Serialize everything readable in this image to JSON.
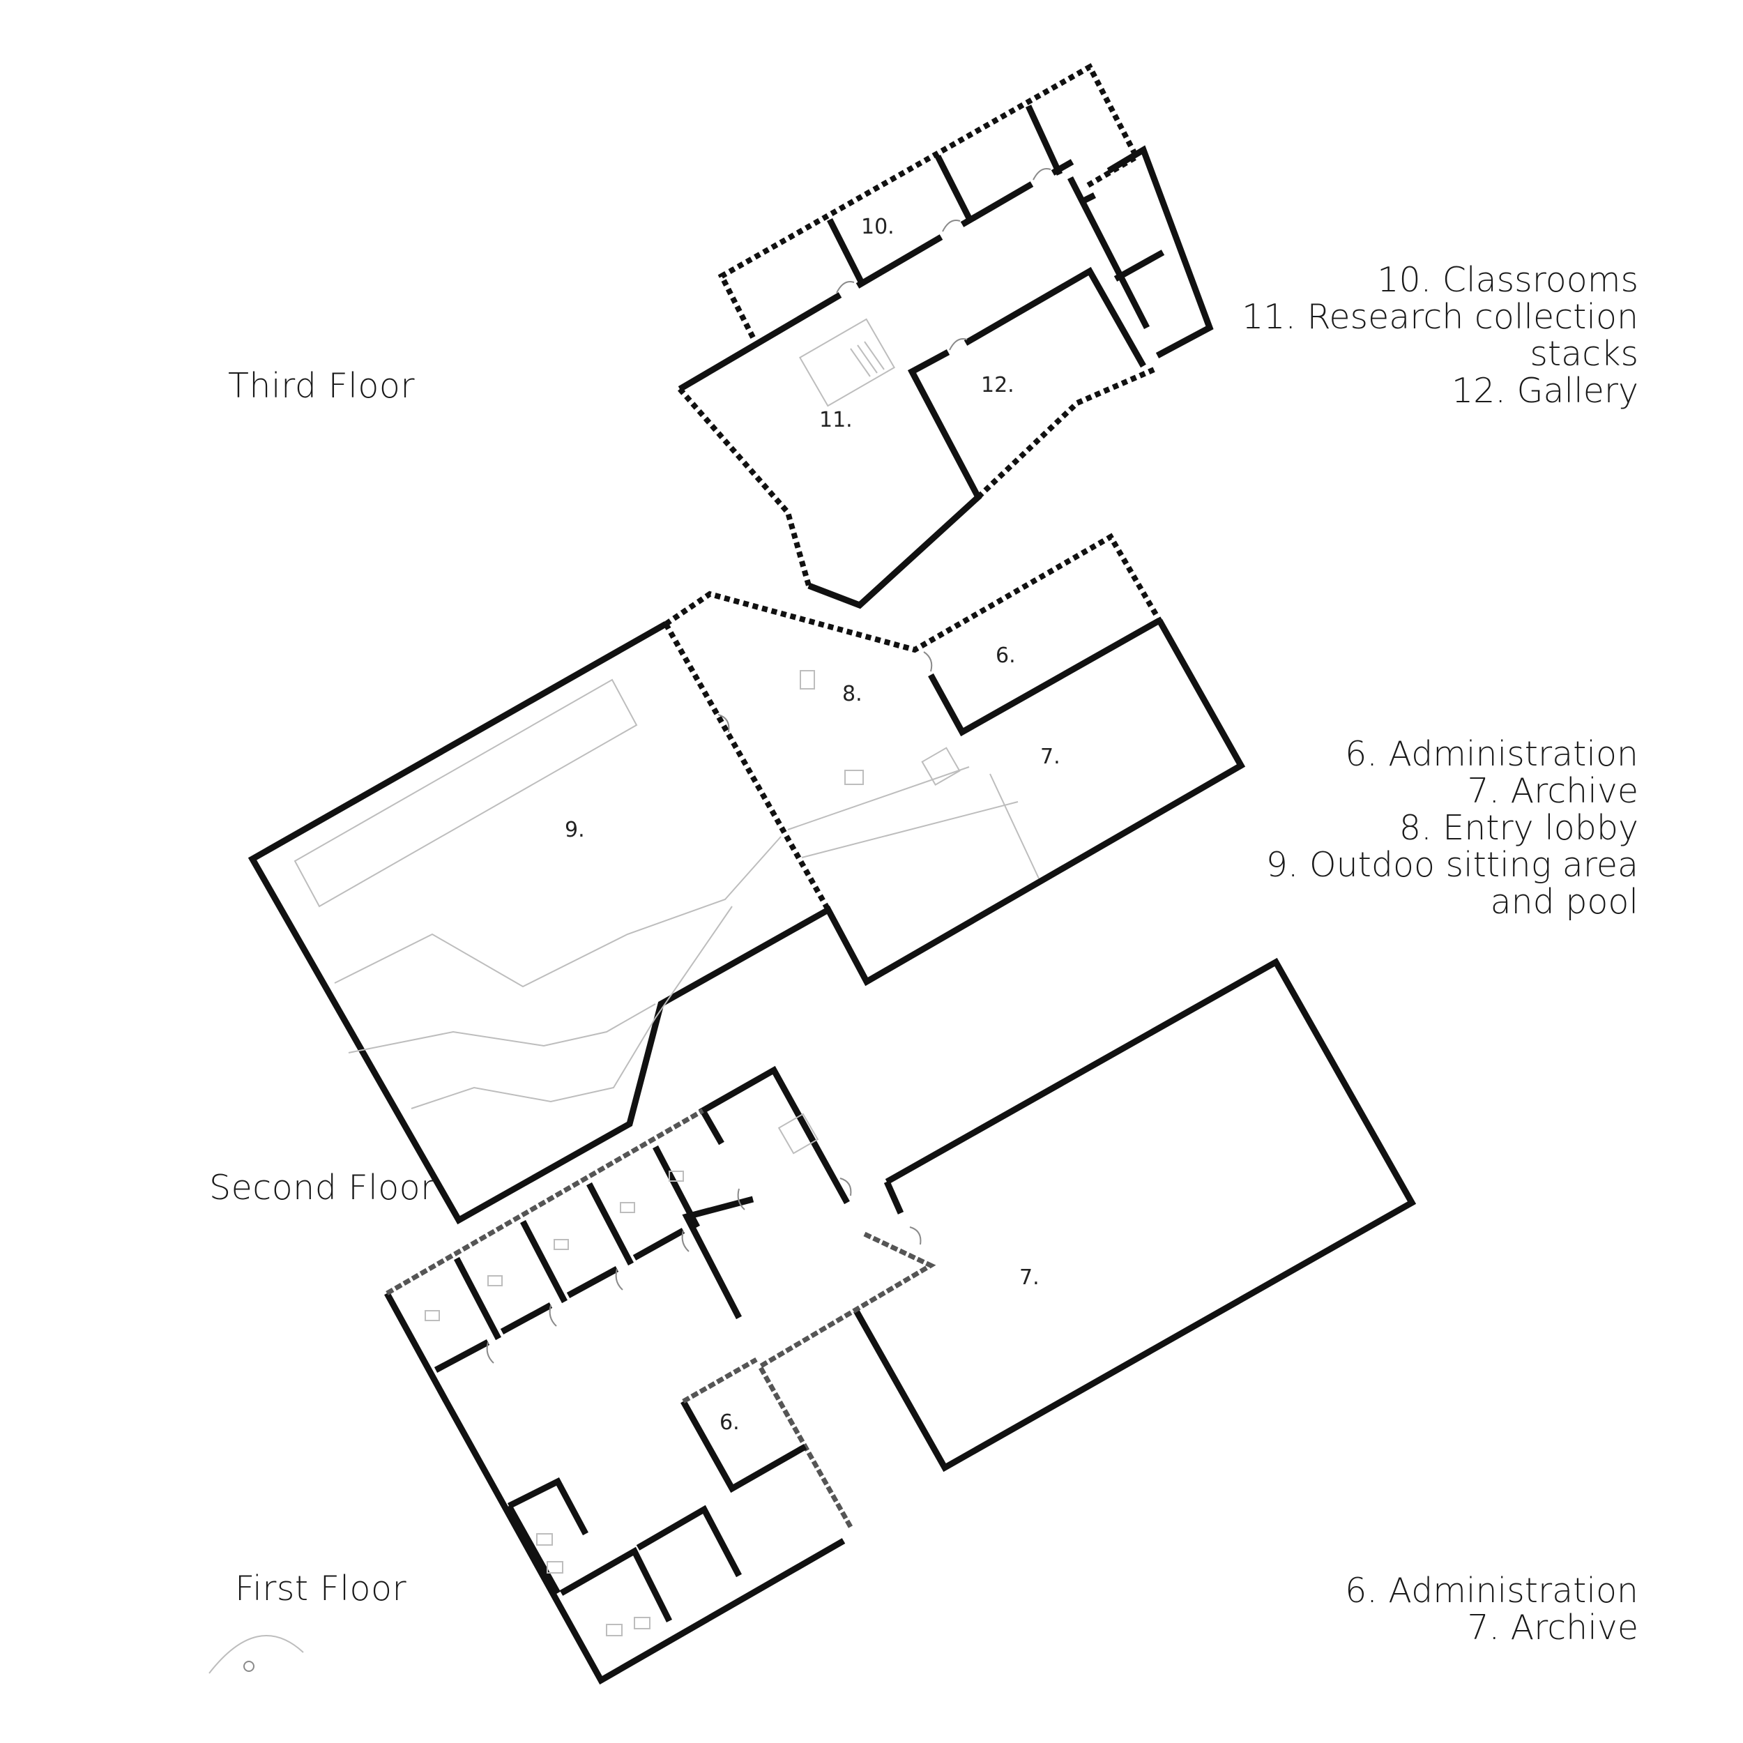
{
  "floors": {
    "third": {
      "title": "Third Floor",
      "legend": [
        "10. Classrooms",
        "11. Research collection",
        "stacks",
        "12. Gallery"
      ],
      "rooms": [
        "10.",
        "11.",
        "12."
      ]
    },
    "second": {
      "title": "Second Floor",
      "legend": [
        "6. Administration",
        "7. Archive",
        "8. Entry lobby",
        "9. Outdoo sitting area",
        "and pool"
      ],
      "rooms": [
        "6.",
        "7.",
        "8.",
        "9."
      ]
    },
    "first": {
      "title": "First Floor",
      "legend": [
        "6. Administration",
        "7. Archive"
      ],
      "rooms": [
        "6.",
        "7."
      ]
    }
  }
}
